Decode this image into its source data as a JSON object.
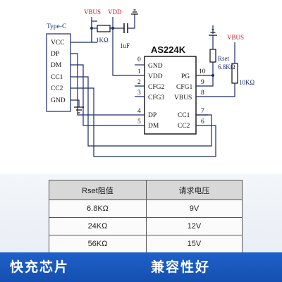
{
  "schematic": {
    "connector_title": "Type-C",
    "connector_pins": [
      "VCC",
      "DP",
      "DM",
      "CC1",
      "CC2",
      "GND"
    ],
    "chip_name": "AS224K",
    "chip_left_pins": [
      {
        "num": "0",
        "name": "GND"
      },
      {
        "num": "1",
        "name": "VDD"
      },
      {
        "num": "2",
        "name": "CFG2"
      },
      {
        "num": "3",
        "name": "CFG3"
      },
      {
        "num": "4",
        "name": "DP"
      },
      {
        "num": "5",
        "name": "DM"
      }
    ],
    "chip_right_pins": [
      {
        "num": "10",
        "name": "PG"
      },
      {
        "num": "9",
        "name": "CFG1"
      },
      {
        "num": "8",
        "name": "VBUS"
      },
      {
        "num": "7",
        "name": "CC1"
      },
      {
        "num": "6",
        "name": "CC2"
      }
    ],
    "net_vbus": "VBUS",
    "net_vdd": "VDD",
    "net_vbus_right": "VBUS",
    "resistor_1k": "1KΩ",
    "capacitor": "1uF",
    "rset_name": "Rset",
    "rset_value": "6.8KΩ",
    "resistor_10k": "10KΩ"
  },
  "table": {
    "headers": [
      "Rset阻值",
      "请求电压"
    ],
    "rows": [
      [
        "6.8KΩ",
        "9V"
      ],
      [
        "24KΩ",
        "12V"
      ],
      [
        "56KΩ",
        "15V"
      ]
    ]
  },
  "banner": {
    "left_label": "快充芯片",
    "right_label": "兼容性好"
  },
  "colors": {
    "banner_blue": "#1a58bd",
    "wire_blue": "#1b2a6b",
    "net_red": "#c0161b"
  }
}
